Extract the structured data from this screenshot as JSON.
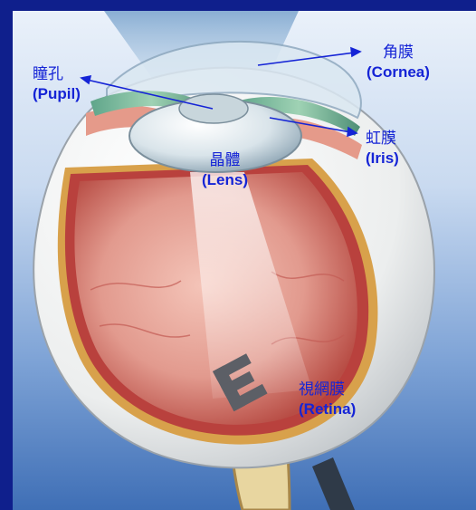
{
  "labels": {
    "pupil": {
      "zh": "瞳孔",
      "en": "(Pupil)"
    },
    "cornea": {
      "zh": "角膜",
      "en": "(Cornea)"
    },
    "iris": {
      "zh": "虹膜",
      "en": "(Iris)"
    },
    "lens": {
      "zh": "晶體",
      "en": "(Lens)"
    },
    "retina": {
      "zh": "視網膜",
      "en": "(Retina)"
    }
  },
  "colors": {
    "frame": "#0f1f8c",
    "background_top": "#e6eef8",
    "background_bottom": "#3f6fb6",
    "sclera": "#f4f4f2",
    "choroid": "#d8a14b",
    "retina": "#b9413d",
    "vitreous": "#e9a49a",
    "label": "#1524d6",
    "arrow": "#1524d6"
  },
  "icons": {
    "eye_chart_letter": "E-letter-icon"
  }
}
